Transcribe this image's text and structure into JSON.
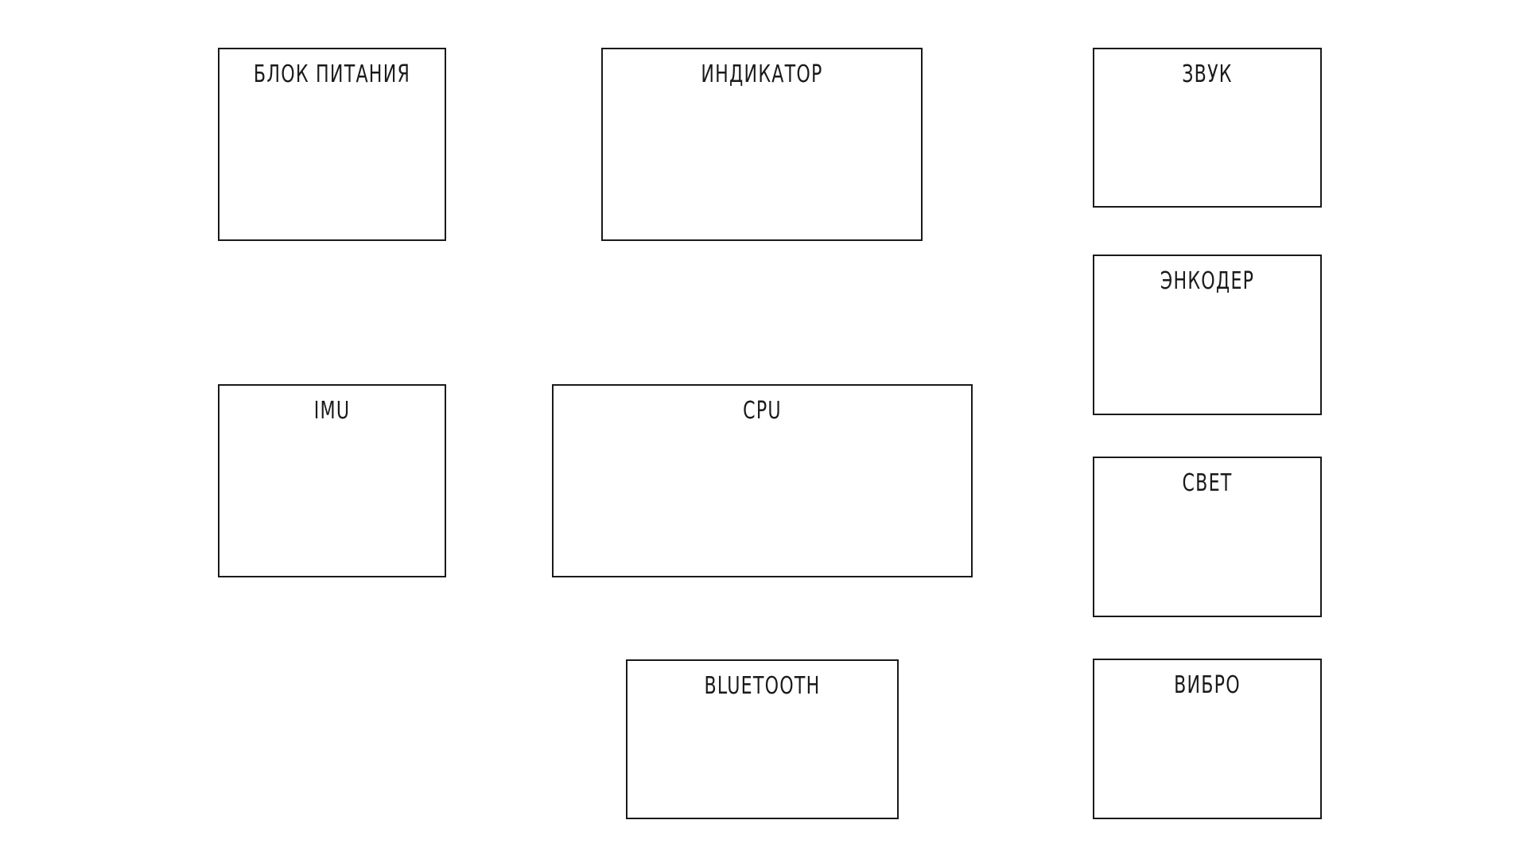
{
  "diagram": {
    "blocks": {
      "power": "БЛОК ПИТАНИЯ",
      "indicator": "ИНДИКАТОР",
      "sound": "ЗВУК",
      "encoder": "ЭНКОДЕР",
      "imu": "IMU",
      "cpu": "CPU",
      "light": "СВЕТ",
      "bluetooth": "BLUETOOTH",
      "vibro": "ВИБРО"
    }
  },
  "colors": {
    "background": "#ffffff",
    "stroke": "#1a1a1a"
  }
}
